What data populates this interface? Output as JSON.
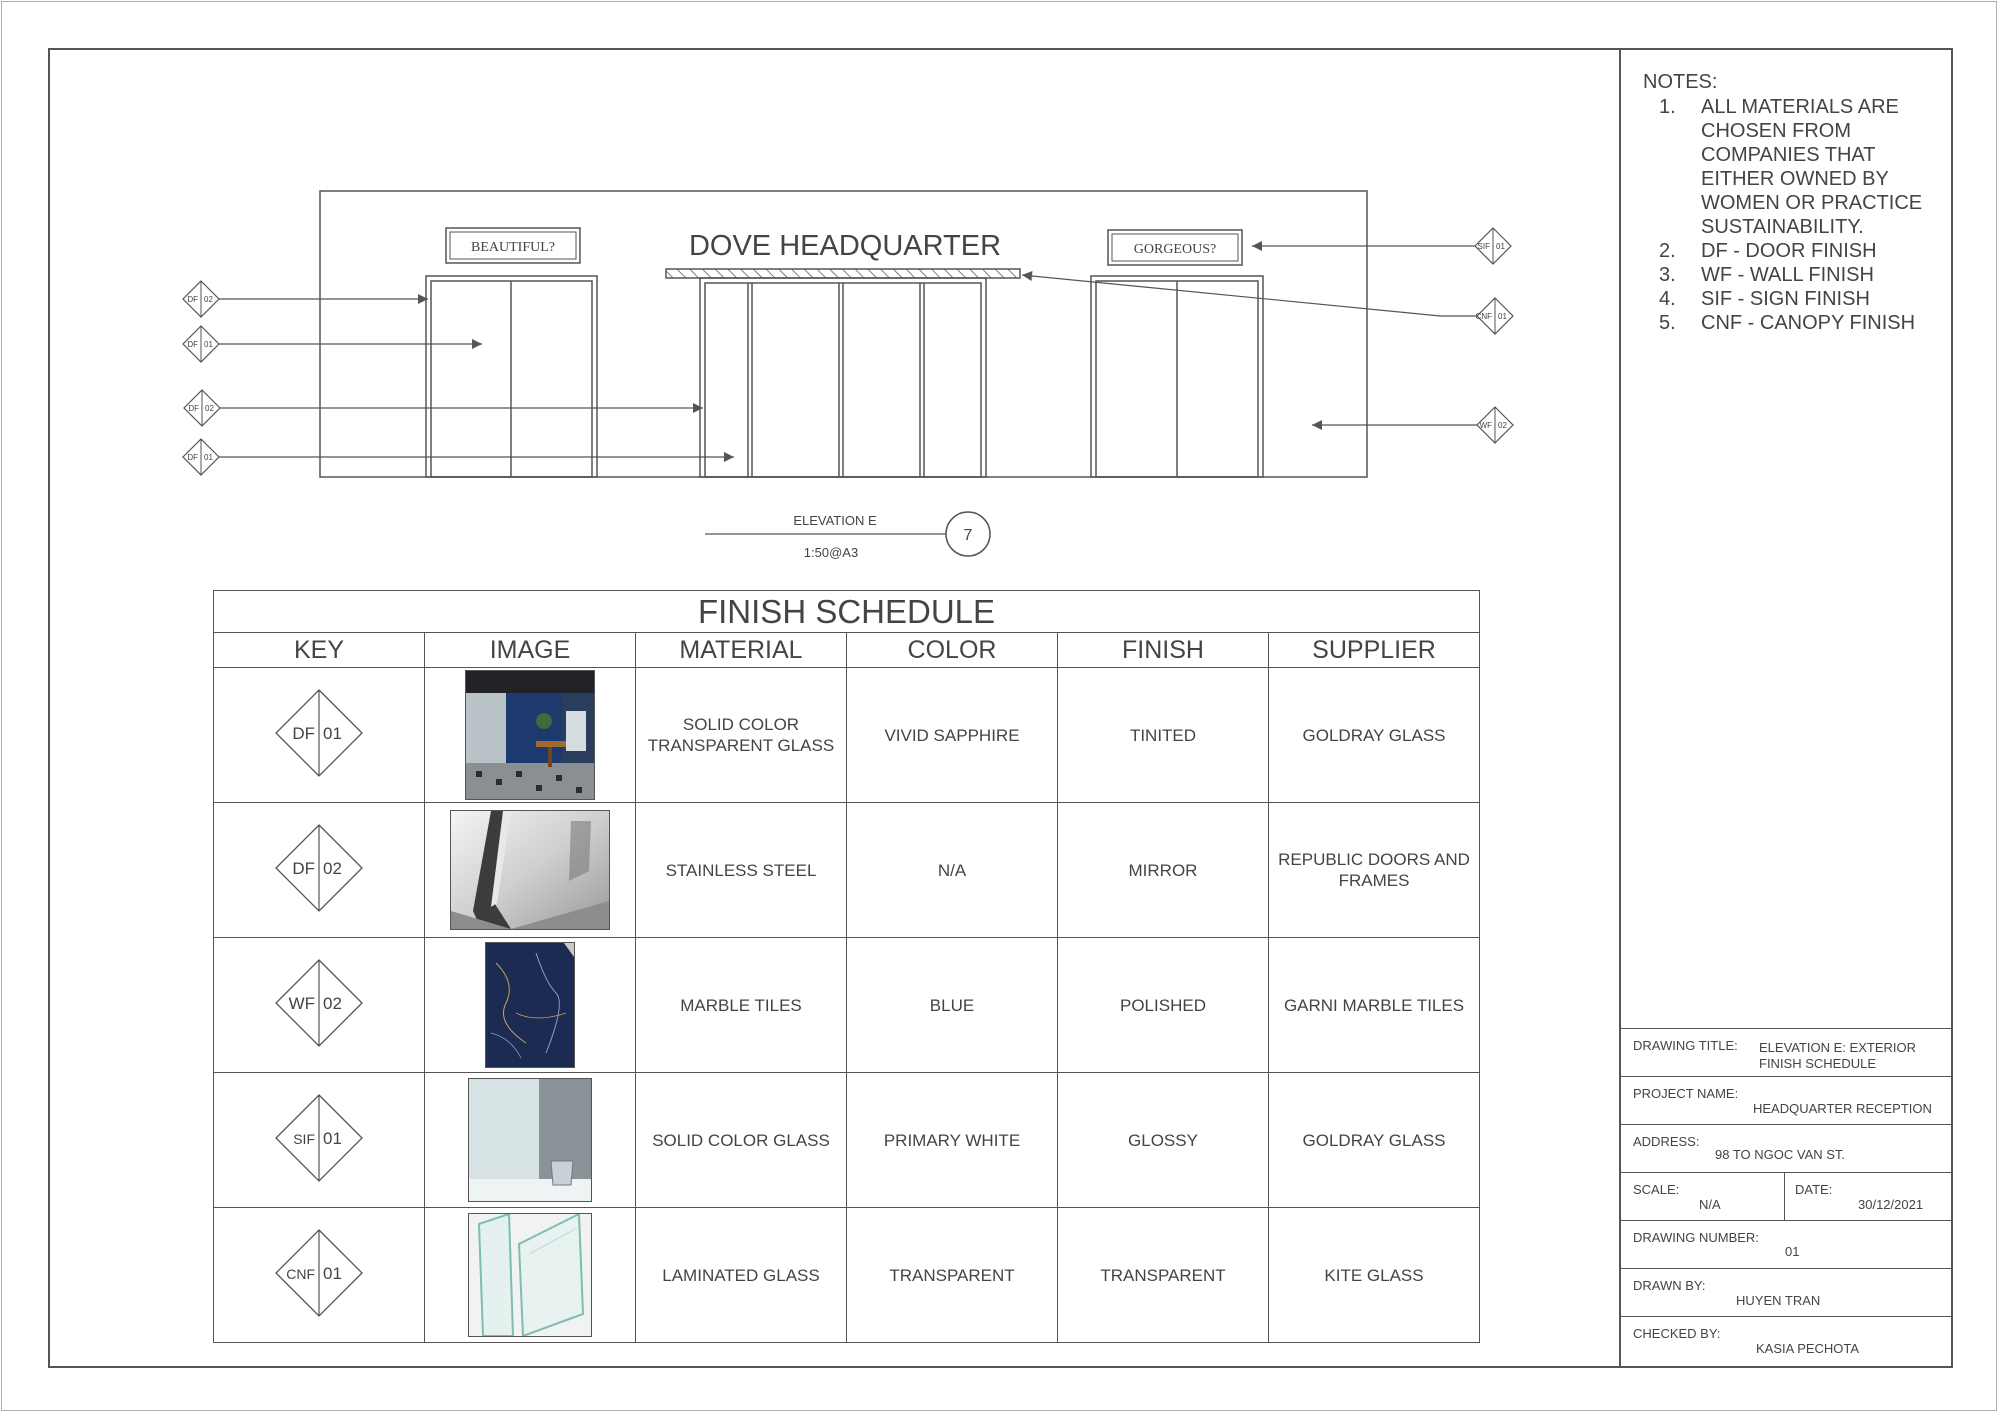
{
  "elevation": {
    "building_title": "DOVE HEADQUARTER",
    "sign_left": "BEAUTIFUL?",
    "sign_right": "GORGEOUS?",
    "tags_left": [
      {
        "code": "DF",
        "num": "02"
      },
      {
        "code": "DF",
        "num": "01"
      },
      {
        "code": "DF",
        "num": "02"
      },
      {
        "code": "DF",
        "num": "01"
      }
    ],
    "tags_right": [
      {
        "code": "SIF",
        "num": "01"
      },
      {
        "code": "CNF",
        "num": "01"
      },
      {
        "code": "WF",
        "num": "02"
      }
    ],
    "view_label": "ELEVATION E",
    "view_scale": "1:50@A3",
    "view_number": "7"
  },
  "notes": {
    "title": "NOTES:",
    "items": [
      {
        "num": "1.",
        "text": "ALL MATERIALS ARE CHOSEN FROM COMPANIES THAT EITHER OWNED BY WOMEN OR PRACTICE SUSTAINABILITY."
      },
      {
        "num": "2.",
        "text": "DF - DOOR FINISH"
      },
      {
        "num": "3.",
        "text": "WF - WALL FINISH"
      },
      {
        "num": "4.",
        "text": "SIF - SIGN FINISH"
      },
      {
        "num": "5.",
        "text": "CNF - CANOPY FINISH"
      }
    ]
  },
  "schedule": {
    "title": "FINISH SCHEDULE",
    "columns": [
      "KEY",
      "IMAGE",
      "MATERIAL",
      "COLOR",
      "FINISH",
      "SUPPLIER"
    ],
    "rows": [
      {
        "key_code": "DF",
        "key_num": "01",
        "material": "SOLID COLOR TRANSPARENT GLASS",
        "color": "VIVID SAPPHIRE",
        "finish": "TINITED",
        "supplier": "GOLDRAY GLASS"
      },
      {
        "key_code": "DF",
        "key_num": "02",
        "material": "STAINLESS STEEL",
        "color": "N/A",
        "finish": "MIRROR",
        "supplier": "REPUBLIC DOORS AND FRAMES"
      },
      {
        "key_code": "WF",
        "key_num": "02",
        "material": "MARBLE TILES",
        "color": "BLUE",
        "finish": "POLISHED",
        "supplier": "GARNI MARBLE TILES"
      },
      {
        "key_code": "SIF",
        "key_num": "01",
        "material": "SOLID COLOR GLASS",
        "color": "PRIMARY WHITE",
        "finish": "GLOSSY",
        "supplier": "GOLDRAY GLASS"
      },
      {
        "key_code": "CNF",
        "key_num": "01",
        "material": "LAMINATED GLASS",
        "color": "TRANSPARENT",
        "finish": "TRANSPARENT",
        "supplier": "KITE GLASS"
      }
    ]
  },
  "title_block": {
    "drawing_title_label": "DRAWING TITLE:",
    "drawing_title_line1": "ELEVATION E: EXTERIOR",
    "drawing_title_line2": "FINISH SCHEDULE",
    "project_name_label": "PROJECT NAME:",
    "project_name": "HEADQUARTER RECEPTION",
    "address_label": "ADDRESS:",
    "address": "98 TO NGOC VAN ST.",
    "scale_label": "SCALE:",
    "scale": "N/A",
    "date_label": "DATE:",
    "date": "30/12/2021",
    "drawing_number_label": "DRAWING NUMBER:",
    "drawing_number": "01",
    "drawn_by_label": "DRAWN BY:",
    "drawn_by": "HUYEN TRAN",
    "checked_by_label": "CHECKED BY:",
    "checked_by": "KASIA PECHOTA"
  },
  "colors": {
    "line": "#555555",
    "text": "#444444",
    "sapphire": "#1c3a6e",
    "marble": "#1b2b52"
  }
}
